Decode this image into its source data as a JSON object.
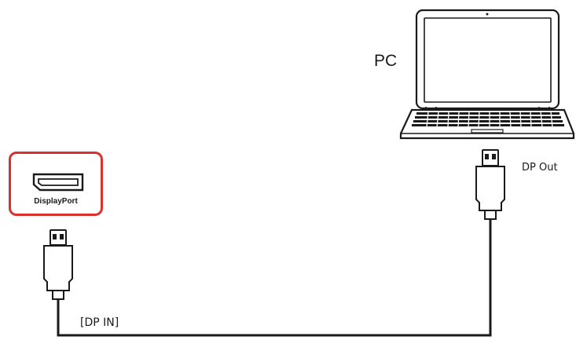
{
  "labels": {
    "pc": "PC",
    "dp_out": "DP Out",
    "dp_in": "[DP IN]",
    "port_name": "DisplayPort"
  },
  "colors": {
    "highlight_border": "#d9312e",
    "line": "#1a1a1a",
    "fill": "#ffffff"
  },
  "icons": [
    "laptop-icon",
    "displayport-port-icon",
    "dp-connector-icon"
  ]
}
